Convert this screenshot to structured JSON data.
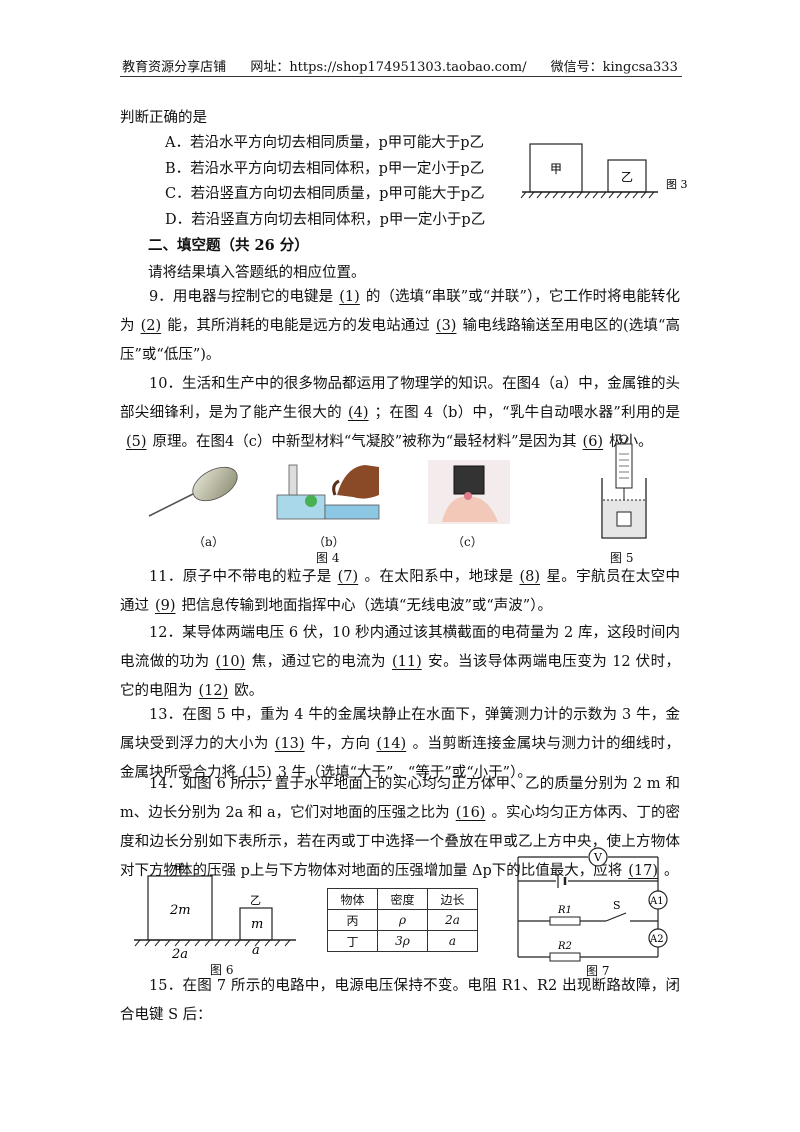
{
  "header": {
    "shop": "教育资源分享店铺",
    "url": "网址：https://shop174951303.taobao.com/",
    "wechat": "微信号：kingcsa333"
  },
  "q8": {
    "stem": "判断正确的是",
    "options": [
      "A．若沿水平方向切去相同质量，p甲可能大于p乙",
      "B．若沿水平方向切去相同体积，p甲一定小于p乙",
      "C．若沿竖直方向切去相同质量，p甲可能大于p乙",
      "D．若沿竖直方向切去相同体积，p甲一定小于p乙"
    ],
    "fig3": {
      "block_a": "甲",
      "block_b": "乙",
      "caption": "图 3"
    }
  },
  "section2": {
    "title": "二、填空题（共 26 分）",
    "instruction": "请将结果填入答题纸的相应位置。"
  },
  "q9": {
    "t1": "9．用电器与控制它的电键是",
    "b1": "(1)",
    "t2": "的（选填“串联”或“并联”），它工作时将电能转化为",
    "b2": "(2)",
    "t3": "能，其所消耗的电能是远方的发电站通过",
    "b3": "(3)",
    "t4": "输电线路输送至用电区的(选填“高压”或“低压”)。"
  },
  "q10": {
    "t1": "10．生活和生产中的很多物品都运用了物理学的知识。在图4（a）中，金属锥的头部尖细锋利，是为了能产生很大的",
    "b1": "(4)",
    "t2": "；在图 4（b）中，“乳牛自动喂水器”利用的是",
    "b2": "(5)",
    "t3": "原理。在图4（c）中新型材料“气凝胶”被称为“最轻材料”是因为其",
    "b3": "(6)",
    "t4": "极小。",
    "fig4": {
      "a": "（a）",
      "b": "（b）",
      "c": "（c）",
      "caption": "图 4"
    },
    "fig5": {
      "caption": "图 5"
    }
  },
  "q11": {
    "t1": "11．原子中不带电的粒子是",
    "b1": "(7)",
    "t2": "。在太阳系中，地球是",
    "b2": "(8)",
    "t3": "星。宇航员在太空中通过",
    "b3": "(9)",
    "t4": "把信息传输到地面指挥中心（选填“无线电波”或“声波”）。"
  },
  "q12": {
    "t1": "12．某导体两端电压 6 伏，10 秒内通过该其横截面的电荷量为 2 库，这段时间内电流做的功为",
    "b1": "(10)",
    "t2": "焦，通过它的电流为",
    "b2": "(11)",
    "t3": "安。当该导体两端电压变为 12 伏时，它的电阻为",
    "b3": "(12)",
    "t4": "欧。"
  },
  "q13": {
    "t1": "13．在图 5 中，重为 4 牛的金属块静止在水面下，弹簧测力计的示数为 3 牛，金属块受到浮力的大小为",
    "b1": "(13)",
    "t2": "牛，方向",
    "b2": "(14)",
    "t3": "。当剪断连接金属块与测力计的细线时，金属块所受合力将",
    "b3": "(15)",
    "t4": "3 牛（选填“大于”、“等于”或“小于”）。"
  },
  "q14": {
    "t1": "14．如图 6 所示，置于水平地面上的实心均匀正方体甲、乙的质量分别为 2 m 和 m、边长分别为 2a 和 a，它们对地面的压强之比为",
    "b1": "(16)",
    "t2": "。实心均匀正方体丙、丁的密度和边长分别如下表所示，若在丙或丁中选择一个叠放在甲或乙上方中央，使上方物体对下方物体的压强 p上与下方物体对地面的压强增加量 Δp下的比值最大，应将",
    "b2": "(17)",
    "t3": "。",
    "fig6": {
      "block_a": "甲",
      "mass_a": "2m",
      "side_a": "2a",
      "block_b": "乙",
      "mass_b": "m",
      "side_b": "a",
      "caption": "图 6"
    },
    "table": {
      "headers": [
        "物体",
        "密度",
        "边长"
      ],
      "rows": [
        [
          "丙",
          "ρ",
          "2a"
        ],
        [
          "丁",
          "3ρ",
          "a"
        ]
      ]
    }
  },
  "fig7": {
    "voltmeter": "V",
    "r1": "R1",
    "switch": "S",
    "r2": "R2",
    "a1": "A1",
    "a2": "A2",
    "caption": "图 7"
  },
  "q15": {
    "text": "15．在图 7 所示的电路中，电源电压保持不变。电阻 R1、R2 出现断路故障，闭合电键 S 后："
  }
}
